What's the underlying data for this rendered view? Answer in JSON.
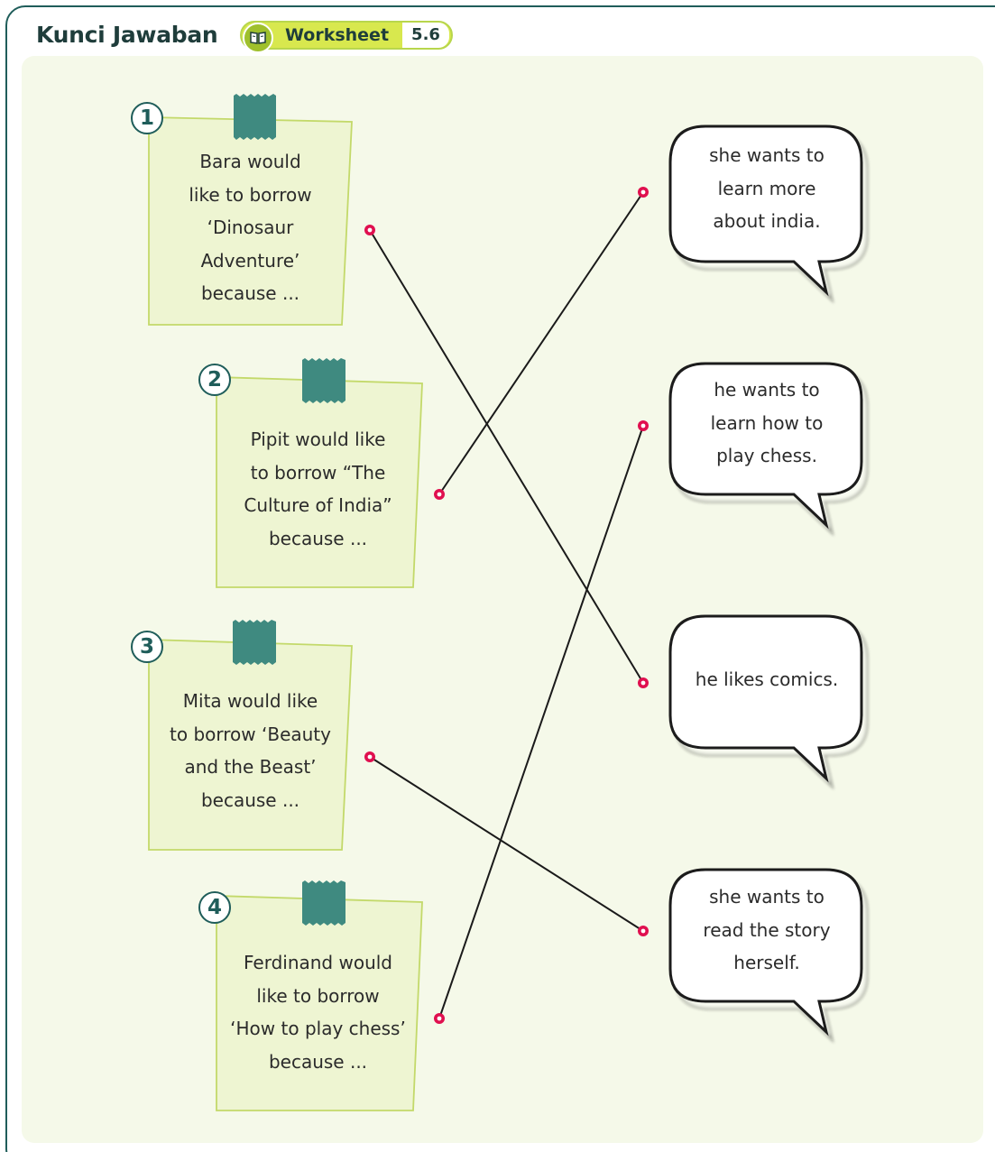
{
  "header": {
    "title": "Kunci Jawaban",
    "badge_label": "Worksheet",
    "badge_number": "5.6",
    "badge_icon": "book-icon"
  },
  "colors": {
    "frame": "#1f5d5a",
    "panel": "#f5f9e9",
    "note_fill": "#eef5d2",
    "note_border": "#c3d96a",
    "tape": "#3f8a80",
    "dot": "#e0104f",
    "line": "#1a1a1a"
  },
  "notes": [
    {
      "number": "1",
      "lines": [
        "Bara would",
        "like to borrow",
        "‘Dinosaur",
        "Adventure’",
        "because ..."
      ]
    },
    {
      "number": "2",
      "lines": [
        "Pipit would like",
        "to borrow “The",
        "Culture of India”",
        "because ..."
      ]
    },
    {
      "number": "3",
      "lines": [
        "Mita would like",
        "to borrow ‘Beauty",
        "and the Beast’",
        "because ..."
      ]
    },
    {
      "number": "4",
      "lines": [
        "Ferdinand would",
        "like to borrow",
        "‘How to play chess’",
        "because ..."
      ]
    }
  ],
  "bubbles": [
    {
      "lines": [
        "she wants to",
        "learn more",
        "about india."
      ]
    },
    {
      "lines": [
        "he wants to",
        "learn how to",
        "play chess."
      ]
    },
    {
      "lines": [
        "he likes comics."
      ]
    },
    {
      "lines": [
        "she wants to",
        "read the story",
        "herself."
      ]
    }
  ],
  "matches": [
    {
      "note": "1",
      "bubble": "he likes comics."
    },
    {
      "note": "2",
      "bubble": "she wants to learn more about india."
    },
    {
      "note": "3",
      "bubble": "she wants to read the story herself."
    },
    {
      "note": "4",
      "bubble": "he wants to learn how to play chess."
    }
  ]
}
